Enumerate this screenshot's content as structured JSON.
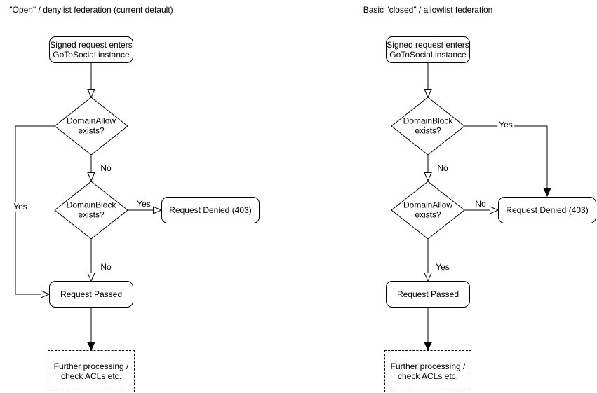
{
  "canvas": {
    "background": "#ffffff",
    "stroke_color": "#000000",
    "text_color": "#000000"
  },
  "left_chart": {
    "title": "\"Open\" / denylist federation (current default)",
    "nodes": {
      "start": "Signed request enters\nGoToSocial instance",
      "decision_domain_allow": "DomainAllow\nexists?",
      "decision_domain_block": "DomainBlock\nexists?",
      "request_denied": "Request Denied (403)",
      "request_passed": "Request Passed",
      "further_processing": "Further processing /\ncheck ACLs etc."
    },
    "edge_labels": {
      "allow_yes": "Yes",
      "allow_no": "No",
      "block_yes": "Yes",
      "block_no": "No"
    }
  },
  "right_chart": {
    "title": "Basic \"closed\" / allowlist federation",
    "nodes": {
      "start": "Signed request enters\nGoToSocial instance",
      "decision_domain_block": "DomainBlock\nexists?",
      "decision_domain_allow": "DomainAllow\nexists?",
      "request_denied": "Request Denied (403)",
      "request_passed": "Request Passed",
      "further_processing": "Further processing /\ncheck ACLs etc."
    },
    "edge_labels": {
      "block_yes": "Yes",
      "block_no": "No",
      "allow_no": "No",
      "allow_yes": "Yes"
    }
  }
}
